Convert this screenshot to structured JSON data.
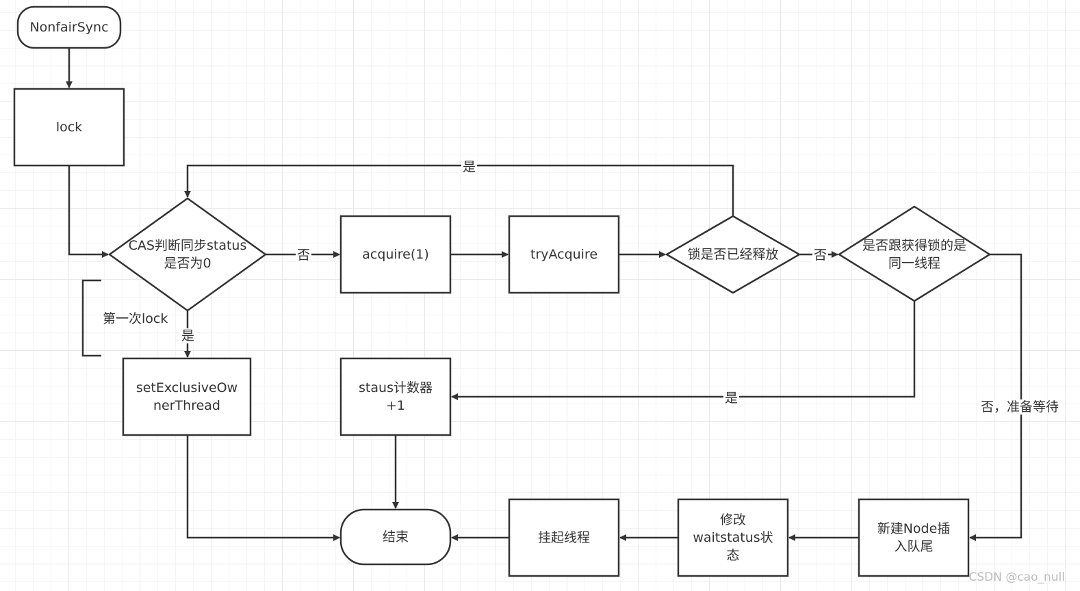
{
  "nodes": {
    "start": "NonfairSync",
    "lock": "lock",
    "cas_line1": "CAS判断同步status",
    "cas_line2": "是否为0",
    "acquire": "acquire(1)",
    "try_acquire": "tryAcquire",
    "lock_released": "锁是否已经释放",
    "same_thread_line1": "是否跟获得锁的是",
    "same_thread_line2": "同一线程",
    "set_owner_line1": "setExclusiveOw",
    "set_owner_line2": "nerThread",
    "counter_line1": "staus计数器",
    "counter_line2": "+1",
    "end": "结束",
    "suspend": "挂起线程",
    "waitstatus_line1": "修改",
    "waitstatus_line2": "waitstatus状",
    "waitstatus_line3": "态",
    "new_node_line1": "新建Node插",
    "new_node_line2": "入队尾"
  },
  "edge_labels": {
    "cas_no": "否",
    "released_no": "否",
    "released_yes": "是",
    "cas_yes": "是",
    "same_thread_yes": "是",
    "same_thread_no": "否，准备等待"
  },
  "annotation": "第一次lock",
  "watermark": "CSDN @cao_null",
  "colors": {
    "stroke": "#333333",
    "text": "#333333",
    "grid": "#e8e8e8",
    "background": "#ffffff"
  }
}
